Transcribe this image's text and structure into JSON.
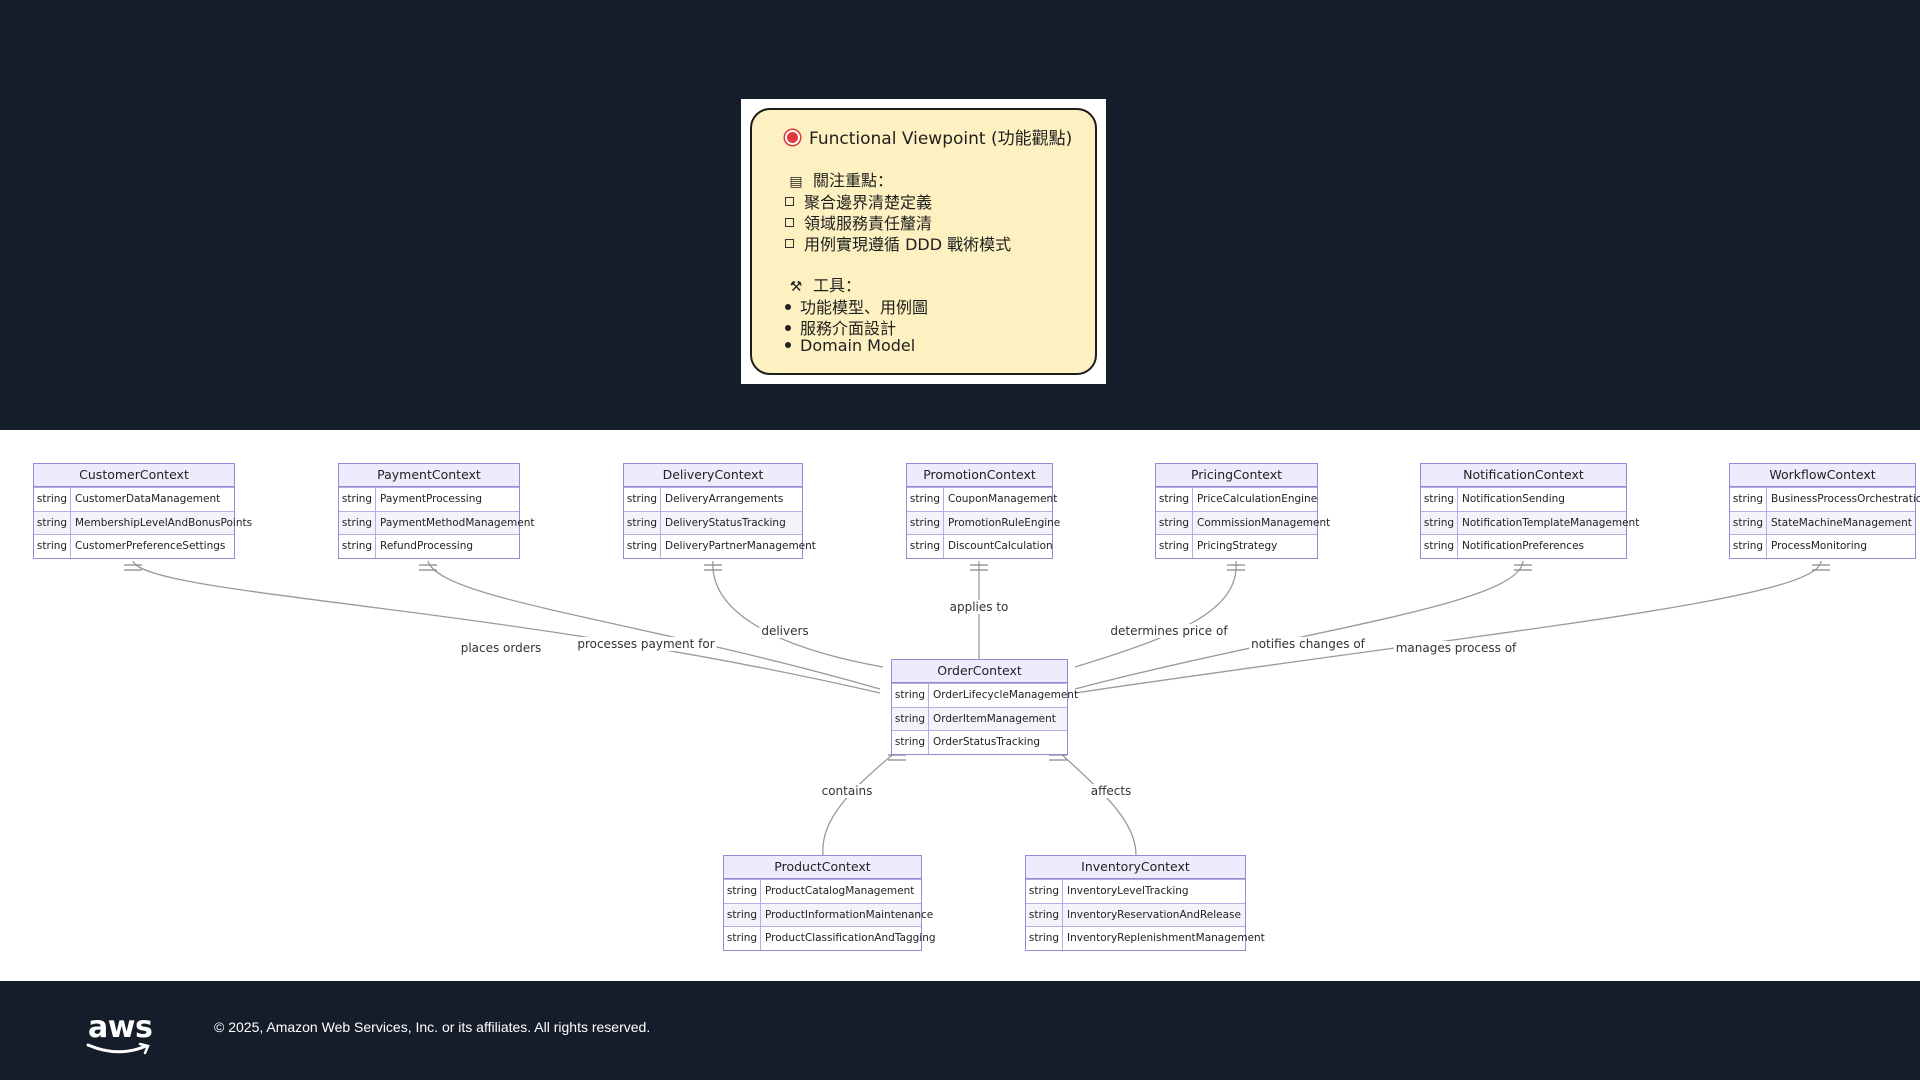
{
  "note": {
    "title": "Functional Viewpoint (功能觀點)",
    "focus_heading": "關注重點：",
    "focus_items": [
      "聚合邊界清楚定義",
      "領域服務責任釐清",
      "用例實現遵循 DDD 戰術模式"
    ],
    "tools_heading": "工具：",
    "tools_items": [
      "功能模型、用例圖",
      "服務介面設計",
      "Domain Model"
    ]
  },
  "entities": [
    {
      "name": "CustomerContext",
      "attrs": [
        [
          "string",
          "CustomerDataManagement"
        ],
        [
          "string",
          "MembershipLevelAndBonusPoints"
        ],
        [
          "string",
          "CustomerPreferenceSettings"
        ]
      ]
    },
    {
      "name": "PaymentContext",
      "attrs": [
        [
          "string",
          "PaymentProcessing"
        ],
        [
          "string",
          "PaymentMethodManagement"
        ],
        [
          "string",
          "RefundProcessing"
        ]
      ]
    },
    {
      "name": "DeliveryContext",
      "attrs": [
        [
          "string",
          "DeliveryArrangements"
        ],
        [
          "string",
          "DeliveryStatusTracking"
        ],
        [
          "string",
          "DeliveryPartnerManagement"
        ]
      ]
    },
    {
      "name": "PromotionContext",
      "attrs": [
        [
          "string",
          "CouponManagement"
        ],
        [
          "string",
          "PromotionRuleEngine"
        ],
        [
          "string",
          "DiscountCalculation"
        ]
      ]
    },
    {
      "name": "PricingContext",
      "attrs": [
        [
          "string",
          "PriceCalculationEngine"
        ],
        [
          "string",
          "CommissionManagement"
        ],
        [
          "string",
          "PricingStrategy"
        ]
      ]
    },
    {
      "name": "NotificationContext",
      "attrs": [
        [
          "string",
          "NotificationSending"
        ],
        [
          "string",
          "NotificationTemplateManagement"
        ],
        [
          "string",
          "NotificationPreferences"
        ]
      ]
    },
    {
      "name": "WorkflowContext",
      "attrs": [
        [
          "string",
          "BusinessProcessOrchestration"
        ],
        [
          "string",
          "StateMachineManagement"
        ],
        [
          "string",
          "ProcessMonitoring"
        ]
      ]
    },
    {
      "name": "OrderContext",
      "attrs": [
        [
          "string",
          "OrderLifecycleManagement"
        ],
        [
          "string",
          "OrderItemManagement"
        ],
        [
          "string",
          "OrderStatusTracking"
        ]
      ]
    },
    {
      "name": "ProductContext",
      "attrs": [
        [
          "string",
          "ProductCatalogManagement"
        ],
        [
          "string",
          "ProductInformationMaintenance"
        ],
        [
          "string",
          "ProductClassificationAndTagging"
        ]
      ]
    },
    {
      "name": "InventoryContext",
      "attrs": [
        [
          "string",
          "InventoryLevelTracking"
        ],
        [
          "string",
          "InventoryReservationAndRelease"
        ],
        [
          "string",
          "InventoryReplenishmentManagement"
        ]
      ]
    }
  ],
  "relationships": [
    {
      "from": "CustomerContext",
      "to": "OrderContext",
      "label": "places orders"
    },
    {
      "from": "PaymentContext",
      "to": "OrderContext",
      "label": "processes payment for"
    },
    {
      "from": "DeliveryContext",
      "to": "OrderContext",
      "label": "delivers"
    },
    {
      "from": "PromotionContext",
      "to": "OrderContext",
      "label": "applies to"
    },
    {
      "from": "PricingContext",
      "to": "OrderContext",
      "label": "determines price of"
    },
    {
      "from": "NotificationContext",
      "to": "OrderContext",
      "label": "notifies changes of"
    },
    {
      "from": "WorkflowContext",
      "to": "OrderContext",
      "label": "manages process of"
    },
    {
      "from": "OrderContext",
      "to": "ProductContext",
      "label": "contains"
    },
    {
      "from": "OrderContext",
      "to": "InventoryContext",
      "label": "affects"
    }
  ],
  "footer": {
    "logo": "aws",
    "copyright": "© 2025, Amazon Web Services, Inc. or its affiliates. All rights reserved."
  },
  "colors": {
    "background": "#161d2a",
    "entity_border": "#9b87d6",
    "entity_header": "#ececfd",
    "note_fill": "#fdf1c1"
  }
}
